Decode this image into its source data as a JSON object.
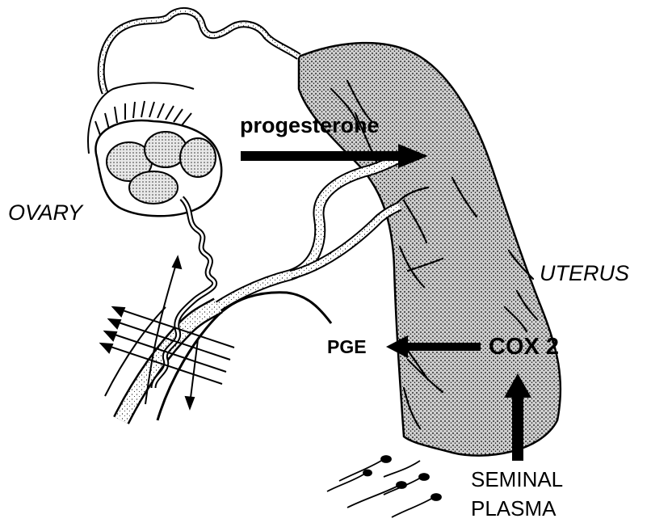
{
  "labels": {
    "ovary": "OVARY",
    "uterus": "UTERUS",
    "progesterone": "progesterone",
    "pge": "PGE",
    "cox2": "COX 2",
    "seminal": "SEMINAL",
    "plasma": "PLASMA"
  },
  "colors": {
    "ink": "#000000",
    "paper": "#ffffff",
    "stipple": "#9a9a9a"
  }
}
